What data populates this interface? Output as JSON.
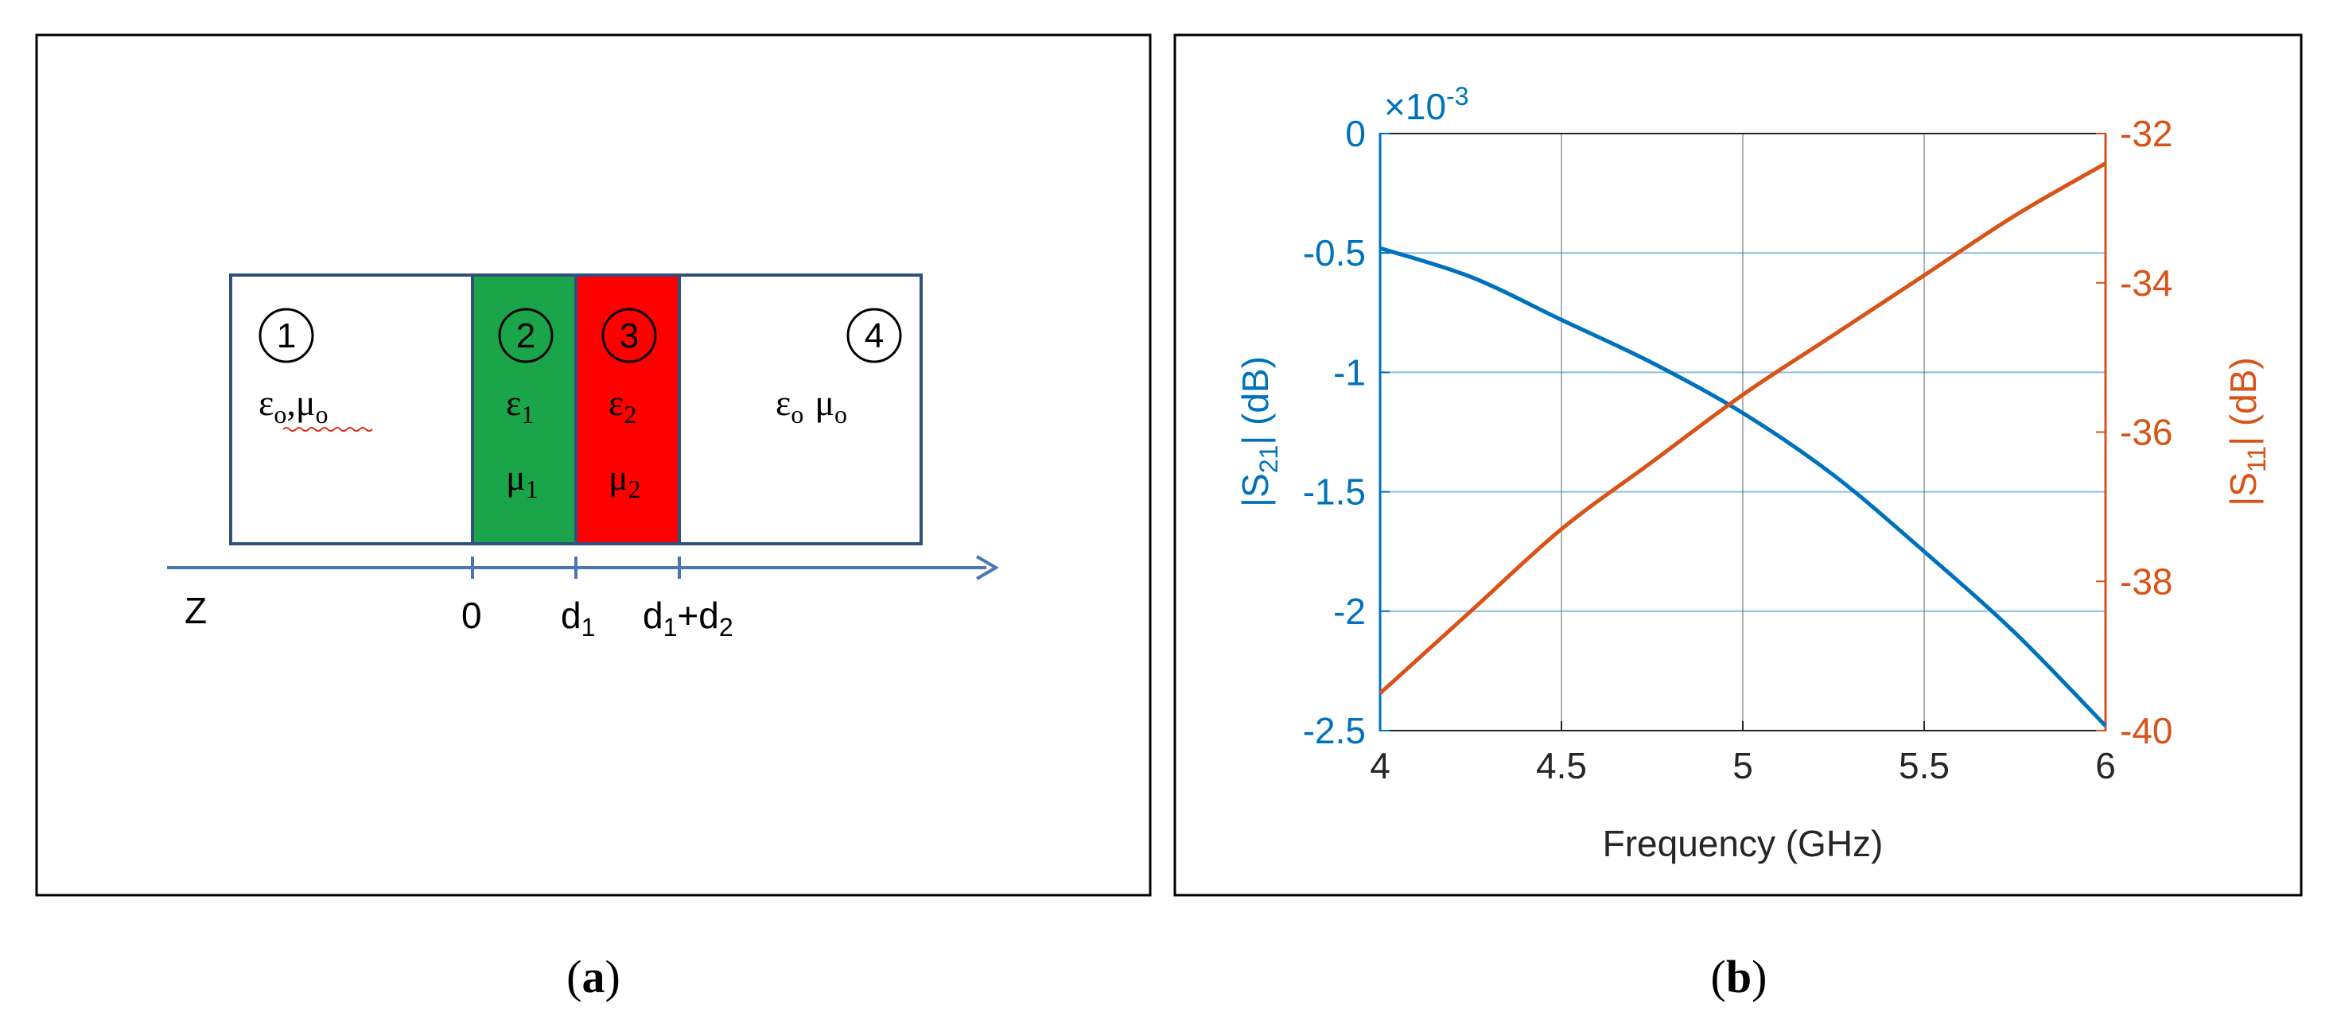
{
  "panel_a": {
    "caption_letter": "a",
    "regions": [
      {
        "number": "1",
        "eps": "ε",
        "eps_sub": "o",
        "sep": ",",
        "mu": "μ",
        "mu_sub": "o",
        "fill": "#ffffff"
      },
      {
        "number": "2",
        "eps": "ε",
        "eps_sub": "1",
        "mu": "μ",
        "mu_sub": "1",
        "fill": "#1aa54a"
      },
      {
        "number": "3",
        "eps": "ε",
        "eps_sub": "2",
        "mu": "μ",
        "mu_sub": "2",
        "fill": "#ff0000"
      },
      {
        "number": "4",
        "eps": "ε",
        "eps_sub": "o",
        "mu": "μ",
        "mu_sub": "o",
        "fill": "#ffffff"
      }
    ],
    "axis": {
      "label": "Z",
      "tick_0": "0",
      "tick_1_main": "d",
      "tick_1_sub": "1",
      "tick_2_main1": "d",
      "tick_2_sub1": "1",
      "tick_2_plus": "+d",
      "tick_2_sub2": "2",
      "color": "#4a76b5"
    }
  },
  "panel_b": {
    "caption_letter": "b",
    "colors": {
      "s21": "#0072bd",
      "s11": "#d95319"
    },
    "left_ylabel": {
      "main": "|S",
      "sub": "21",
      "tail": "| (dB)"
    },
    "right_ylabel": {
      "main": "|S",
      "sub": "11",
      "tail": "| (dB)"
    },
    "exponent": {
      "times": "×10",
      "power": "-3"
    },
    "xlabel": "Frequency (GHz)"
  },
  "chart_data": {
    "type": "line",
    "xlabel": "Frequency (GHz)",
    "x": [
      4.0,
      4.25,
      4.5,
      4.75,
      5.0,
      5.25,
      5.5,
      5.75,
      6.0
    ],
    "xlim": [
      4,
      6
    ],
    "xticks": [
      "4",
      "4.5",
      "5",
      "5.5",
      "6"
    ],
    "yaxis_left": {
      "label": "|S21| (dB)",
      "scale_multiplier": "×10^-3",
      "ylim": [
        -2.5,
        0
      ],
      "ticks": [
        "0",
        "-0.5",
        "-1",
        "-1.5",
        "-2",
        "-2.5"
      ]
    },
    "yaxis_right": {
      "label": "|S11| (dB)",
      "ylim": [
        -40,
        -32
      ],
      "ticks": [
        "-32",
        "-34",
        "-36",
        "-38",
        "-40"
      ]
    },
    "series": [
      {
        "name": "|S21|",
        "axis": "left",
        "values": [
          -0.48,
          -0.6,
          -0.78,
          -0.96,
          -1.17,
          -1.43,
          -1.75,
          -2.09,
          -2.48
        ]
      },
      {
        "name": "|S11|",
        "axis": "right",
        "values": [
          -39.5,
          -38.4,
          -37.3,
          -36.4,
          -35.5,
          -34.7,
          -33.9,
          -33.1,
          -32.4
        ]
      }
    ],
    "grid": true
  }
}
